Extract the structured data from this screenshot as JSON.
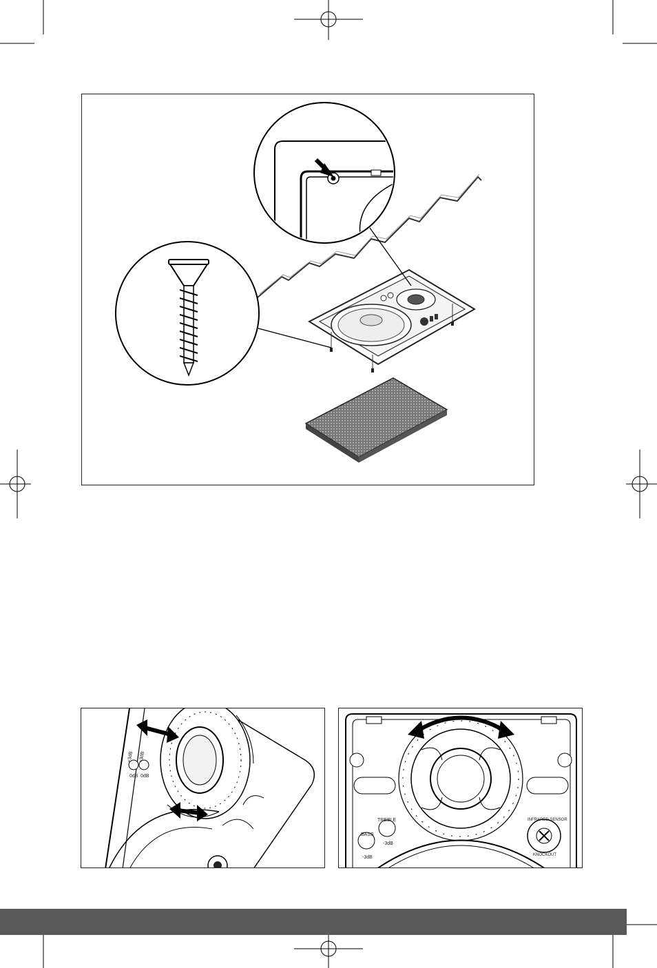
{
  "page": {
    "background": "#ffffff",
    "footer_bar_color": "#5a5a5a"
  },
  "figure_top": {
    "callout_screw_icon": "screw-icon",
    "callout_corner_icon": "frame-corner-screw-icon"
  },
  "figure_bottom_left": {
    "dial_left": "+3dB",
    "dial_right": "+3dB",
    "dial_left_sub": "0dB",
    "dial_right_sub": "0dB"
  },
  "figure_bottom_right": {
    "bass_label": "BASS",
    "bass_value": "-3dB",
    "treble_label": "TREBLE",
    "treble_value": "-3dB",
    "sensor_label_top": "INFRARED SENSOR",
    "sensor_label_bottom": "KNOCKOUT"
  }
}
